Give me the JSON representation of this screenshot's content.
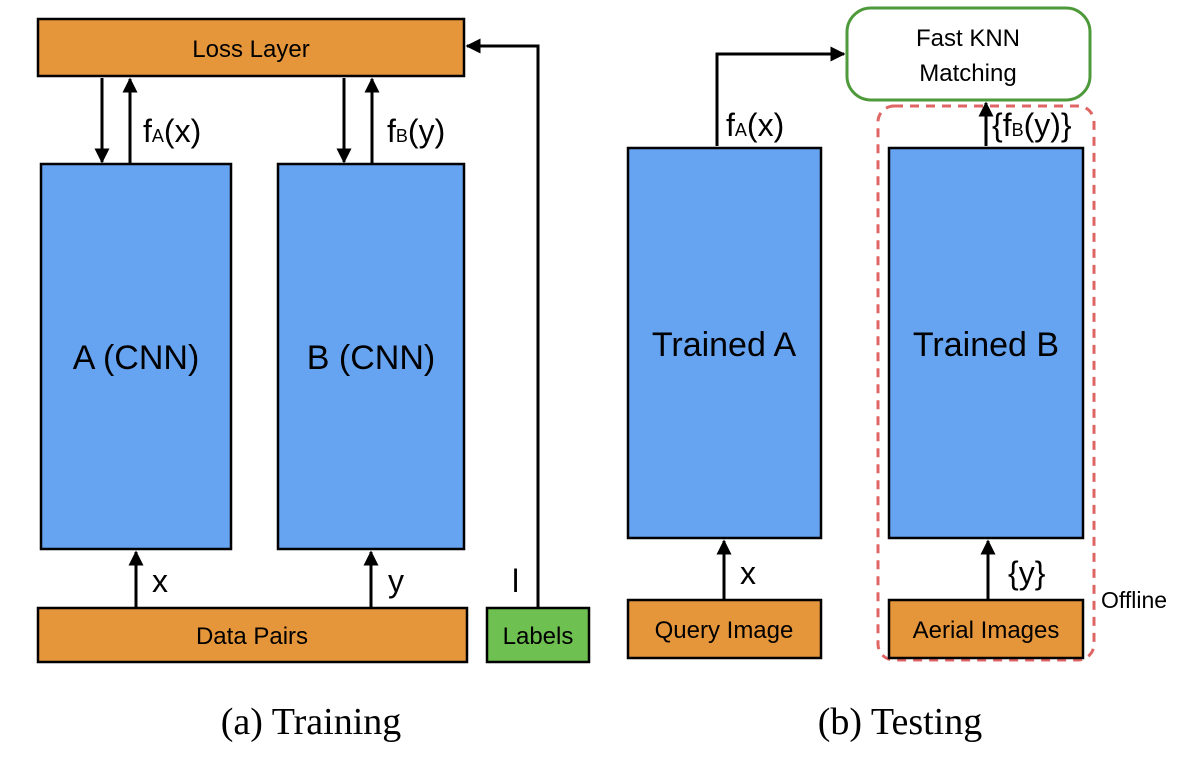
{
  "training": {
    "loss_layer": "Loss Layer",
    "network_a": "A (CNN)",
    "network_b": "B (CNN)",
    "data_pairs": "Data Pairs",
    "labels": "Labels",
    "fa_f": "f",
    "fa_sub": "A",
    "fa_arg": "(x)",
    "fb_f": "f",
    "fb_sub": "B",
    "fb_arg": "(y)",
    "input_x": "x",
    "input_y": "y",
    "label_l": "l",
    "caption": "(a) Training"
  },
  "testing": {
    "knn_line1": "Fast KNN",
    "knn_line2": "Matching",
    "trained_a": "Trained A",
    "trained_b": "Trained B",
    "query_image": "Query Image",
    "aerial_images": "Aerial Images",
    "fa_f": "f",
    "fa_sub": "A",
    "fa_arg": "(x)",
    "fb_open": "{f",
    "fb_sub": "B",
    "fb_close": "(y)}",
    "input_x": "x",
    "input_y": "{y}",
    "offline": "Offline",
    "caption": "(b) Testing"
  }
}
